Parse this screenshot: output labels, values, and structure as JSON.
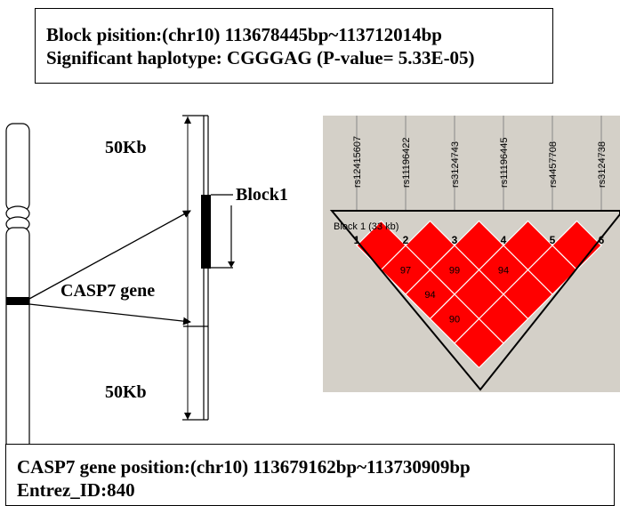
{
  "top_box": {
    "line1": "Block pisition:(chr10) 113678445bp~113712014bp",
    "line2": "Significant haplotype: CGGGAG (P-value= 5.33E-05)"
  },
  "chromosome_panel": {
    "upper_flank_label": "50Kb",
    "lower_flank_label": "50Kb",
    "block_label": "Block1",
    "gene_label": "CASP7 gene"
  },
  "ld_plot": {
    "snps": [
      {
        "id": "rs12415607",
        "index": "1"
      },
      {
        "id": "rs11196422",
        "index": "2"
      },
      {
        "id": "rs3124743",
        "index": "3"
      },
      {
        "id": "rs11196445",
        "index": "4"
      },
      {
        "id": "rs4457708",
        "index": "5"
      },
      {
        "id": "rs3124738",
        "index": "6"
      }
    ],
    "block_title": "Block 1 (33 kb)",
    "cells": [
      {
        "pair": "1-2",
        "value": ""
      },
      {
        "pair": "2-3",
        "value": ""
      },
      {
        "pair": "3-4",
        "value": ""
      },
      {
        "pair": "4-5",
        "value": ""
      },
      {
        "pair": "5-6",
        "value": ""
      },
      {
        "pair": "1-3",
        "value": "97"
      },
      {
        "pair": "2-4",
        "value": "99"
      },
      {
        "pair": "3-5",
        "value": "94"
      },
      {
        "pair": "4-6",
        "value": ""
      },
      {
        "pair": "1-4",
        "value": "94"
      },
      {
        "pair": "2-5",
        "value": ""
      },
      {
        "pair": "3-6",
        "value": ""
      },
      {
        "pair": "1-5",
        "value": "90"
      },
      {
        "pair": "2-6",
        "value": ""
      },
      {
        "pair": "1-6",
        "value": ""
      }
    ],
    "cell_color": "#ff0000",
    "background_color": "#d4d0c8"
  },
  "bottom_box": {
    "line1": "CASP7 gene position:(chr10) 113679162bp~113730909bp",
    "line2": "Entrez_ID:840"
  }
}
